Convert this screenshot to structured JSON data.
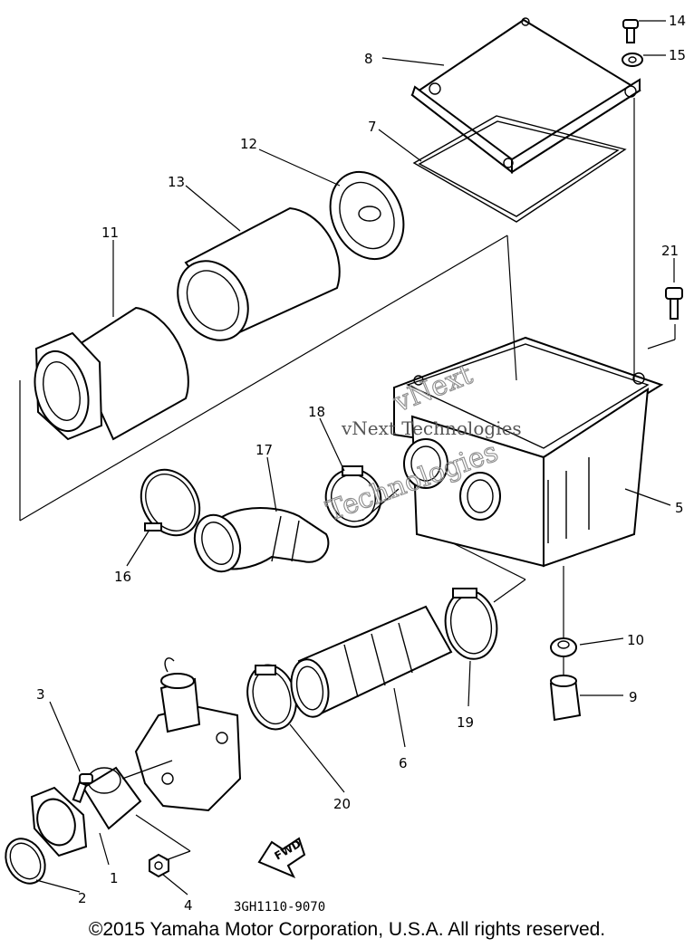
{
  "diagram": {
    "drawing_code": "3GH1110-9070",
    "fwd_label": "FWD",
    "watermark_top": "vNext",
    "watermark_mid": "vNext Technologies",
    "watermark_bottom": "Technologies",
    "callouts": [
      "1",
      "2",
      "3",
      "4",
      "5",
      "6",
      "7",
      "8",
      "9",
      "10",
      "11",
      "12",
      "13",
      "14",
      "15",
      "16",
      "17",
      "18",
      "19",
      "20",
      "21"
    ]
  },
  "footer": {
    "copyright": "©2015 Yamaha Motor Corporation, U.S.A. All rights reserved."
  }
}
